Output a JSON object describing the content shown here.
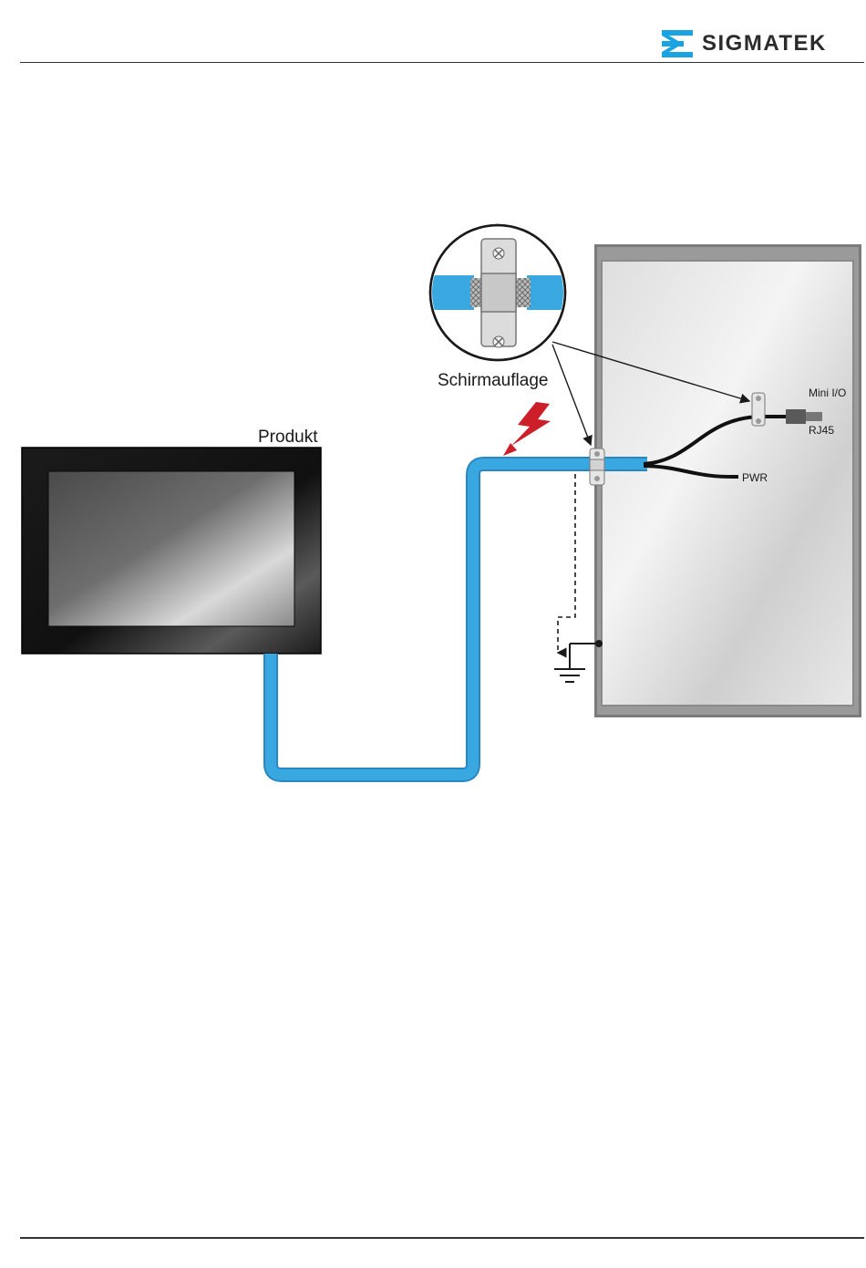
{
  "header": {
    "brand_name": "SIGMATEK",
    "brand_color": "#1aa3e0"
  },
  "diagram": {
    "labels": {
      "shield_clamp": "Schirmauflage",
      "product": "Produkt",
      "mini_io": "Mini I/O",
      "rj45": "RJ45",
      "pwr": "PWR"
    },
    "colors": {
      "cable": "#3aa8e0",
      "lightning": "#cc1f2a",
      "cabinet_frame": "#6a6a6a"
    },
    "icons": [
      "lightning-icon",
      "ground-icon",
      "clamp-icon",
      "screw-icon"
    ]
  }
}
